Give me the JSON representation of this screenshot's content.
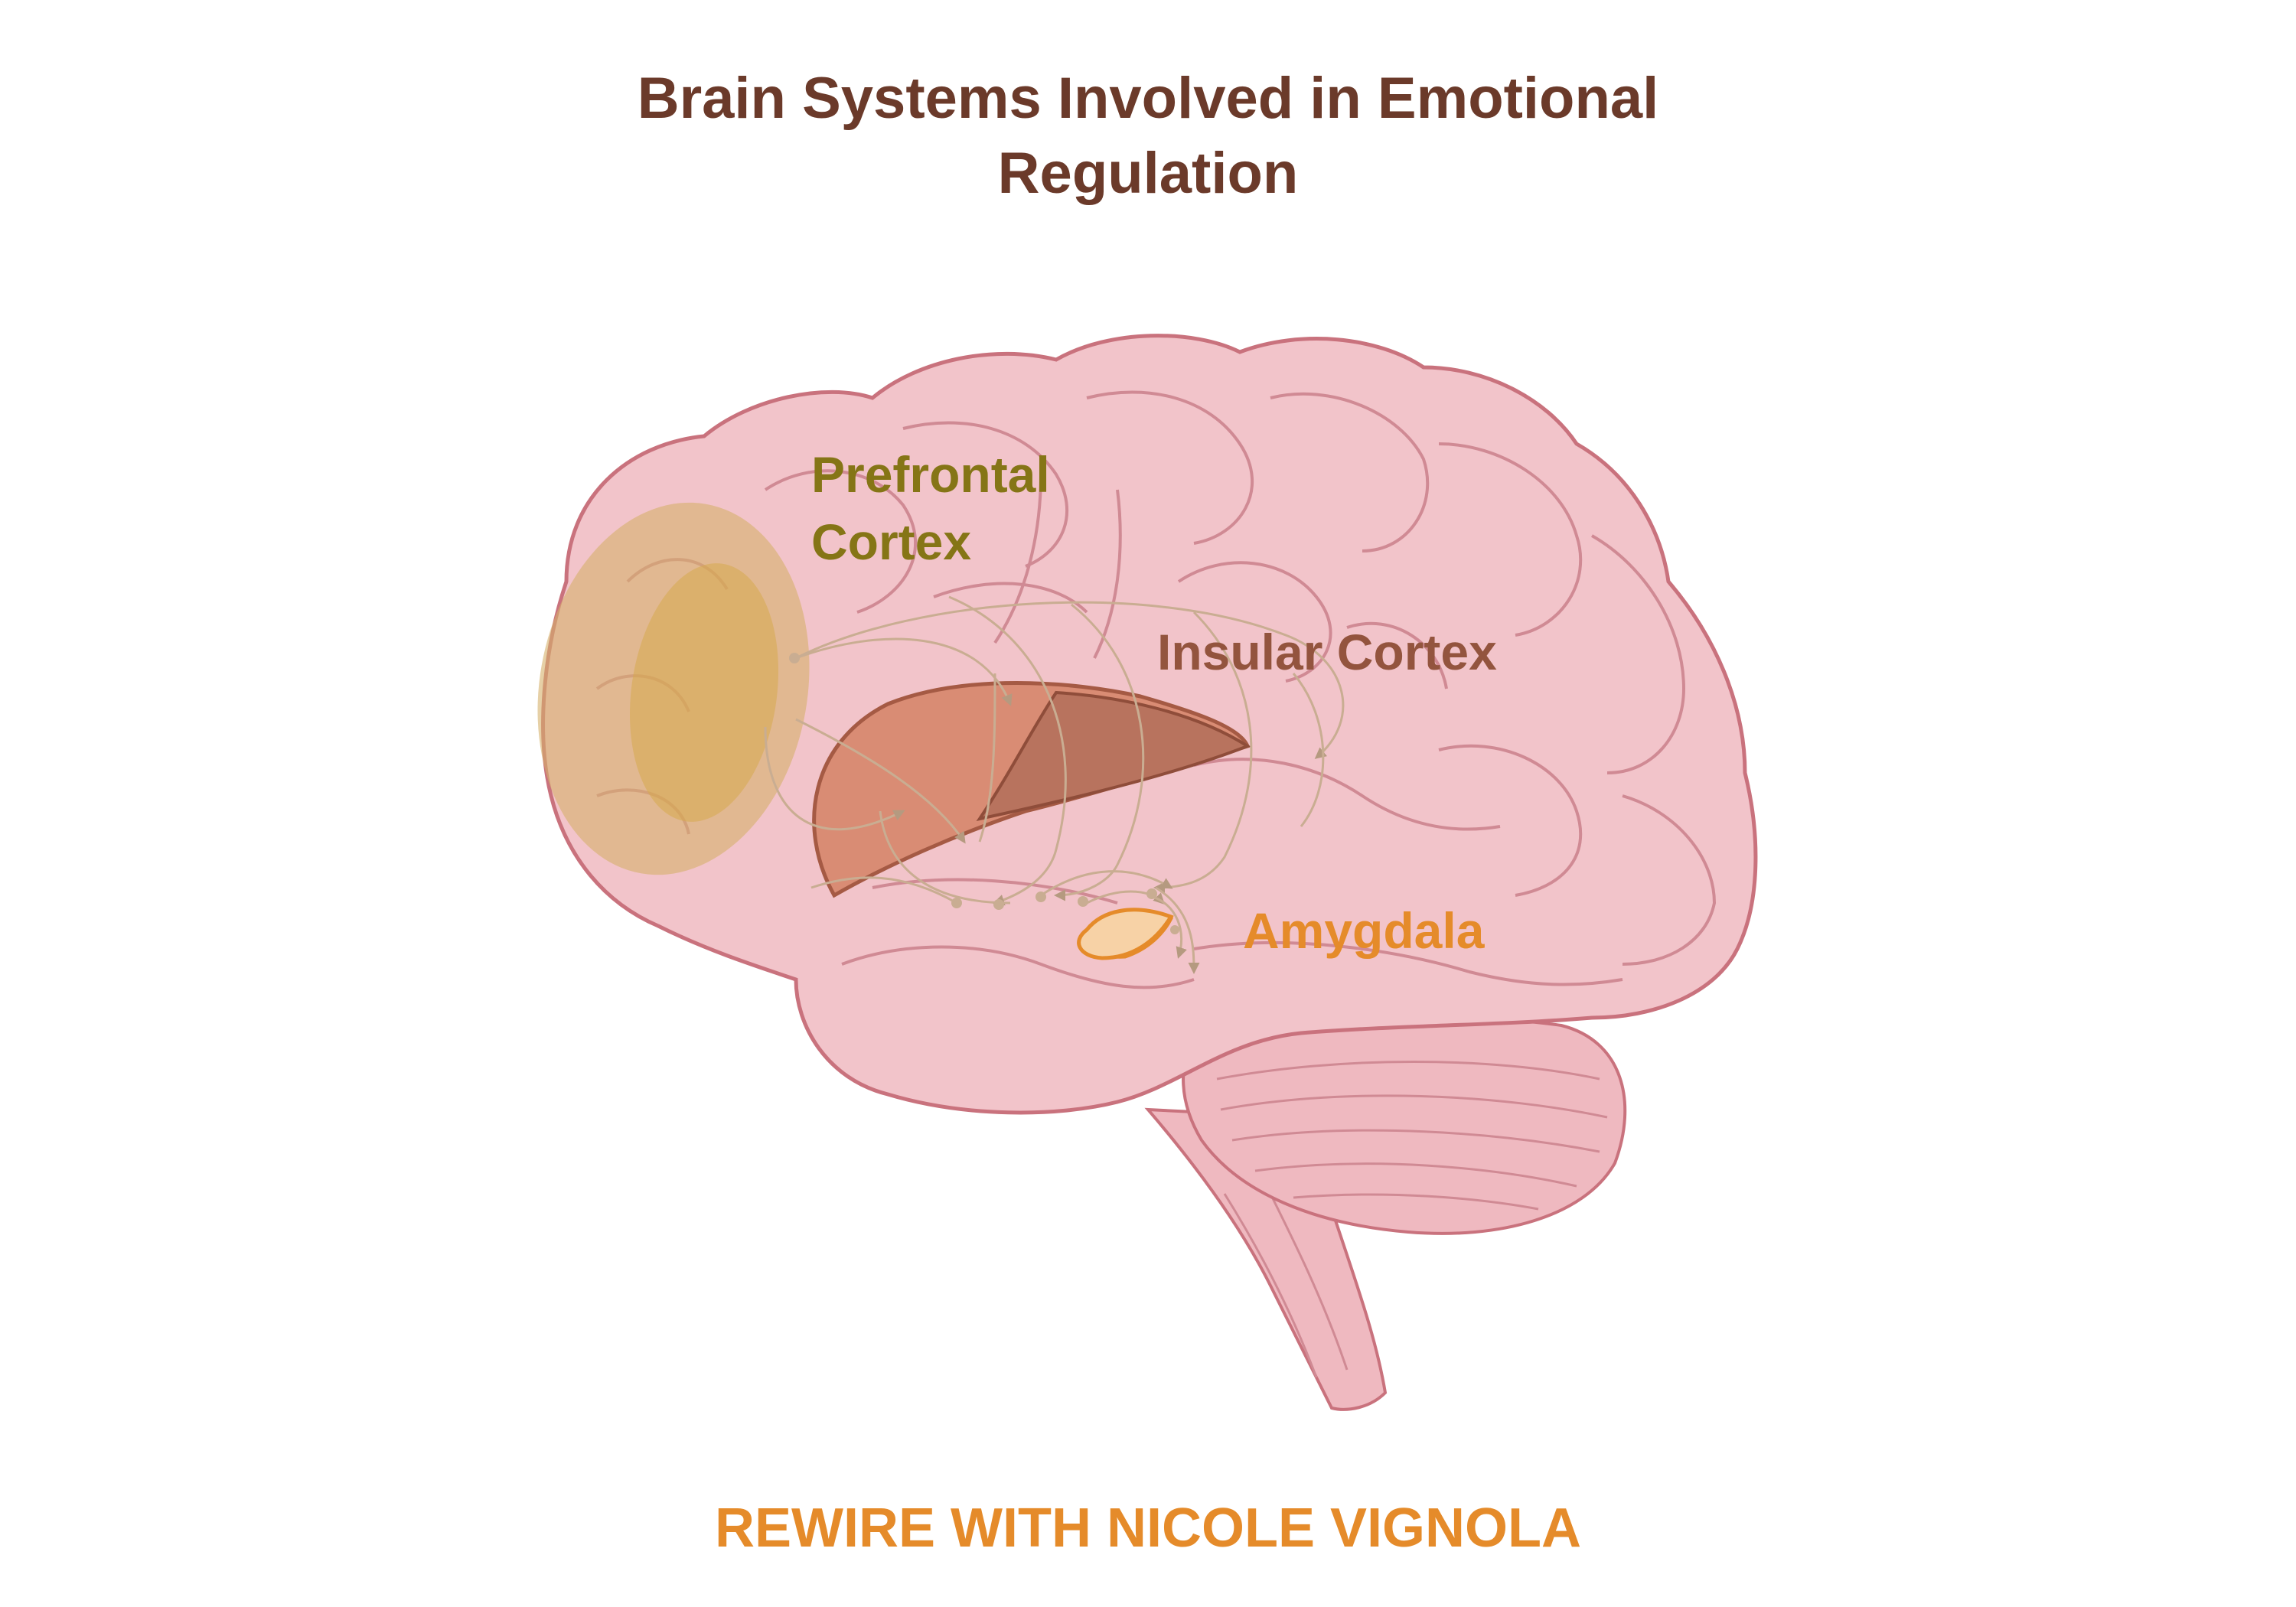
{
  "title": {
    "line1": "Brain Systems Involved in Emotional",
    "line2": "Regulation"
  },
  "labels": {
    "prefrontal_line1": "Prefrontal",
    "prefrontal_line2": "Cortex",
    "insular": "Insular Cortex",
    "amygdala": "Amygdala"
  },
  "footer": {
    "credit": "REWIRE WITH NICOLE VIGNOLA"
  },
  "colors": {
    "title": "#6b3a2a",
    "prefrontal": "#857516",
    "insular": "#93543e",
    "amygdala": "#e58b2a",
    "credit": "#e58b2a",
    "brain_fill": "#f2c4ca",
    "brain_outline": "#c9727d"
  },
  "icons": {
    "brain": "brain-illustration",
    "pathways": "neural-pathway-arrows"
  }
}
